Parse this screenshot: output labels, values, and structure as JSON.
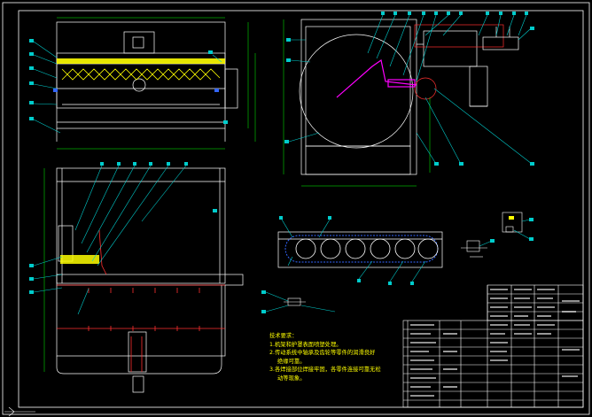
{
  "drawing": {
    "colors": {
      "background": "#000000",
      "linework": "#ffffff",
      "leader": "#00ffff",
      "hidden": "#ff3030",
      "highlight": "#ff00ff",
      "dimension": "#00ff00",
      "note_text": "#ffff00",
      "balloon": "#00cccc"
    }
  },
  "technical_requirements": {
    "title": "技术要求：",
    "items": [
      "1.机架和护罩表面喷塑处理。",
      "2.传动系统中轴承及齿轮等零件的润滑良好",
      "绝缘可靠。",
      "3.各焊接部位焊接牢固，各零件连接可靠无松",
      "动等现象。"
    ]
  }
}
